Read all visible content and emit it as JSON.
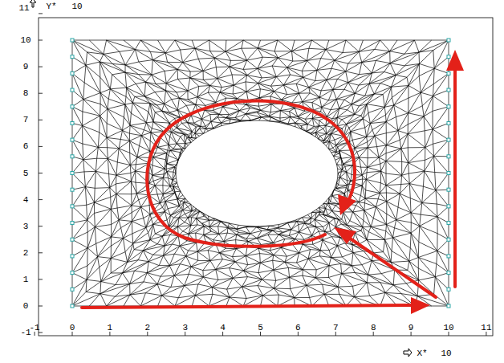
{
  "diagram": {
    "labels": [
      "11",
      "10",
      "9",
      "8",
      "7",
      "6",
      "5",
      "4",
      "3",
      "2",
      "1",
      "0",
      "-1",
      "Y*",
      "10",
      "-1",
      "0",
      "1",
      "2",
      "3",
      "4",
      "5",
      "6",
      "7",
      "8",
      "9",
      "10",
      "11",
      "X*",
      "10"
    ]
  }
}
